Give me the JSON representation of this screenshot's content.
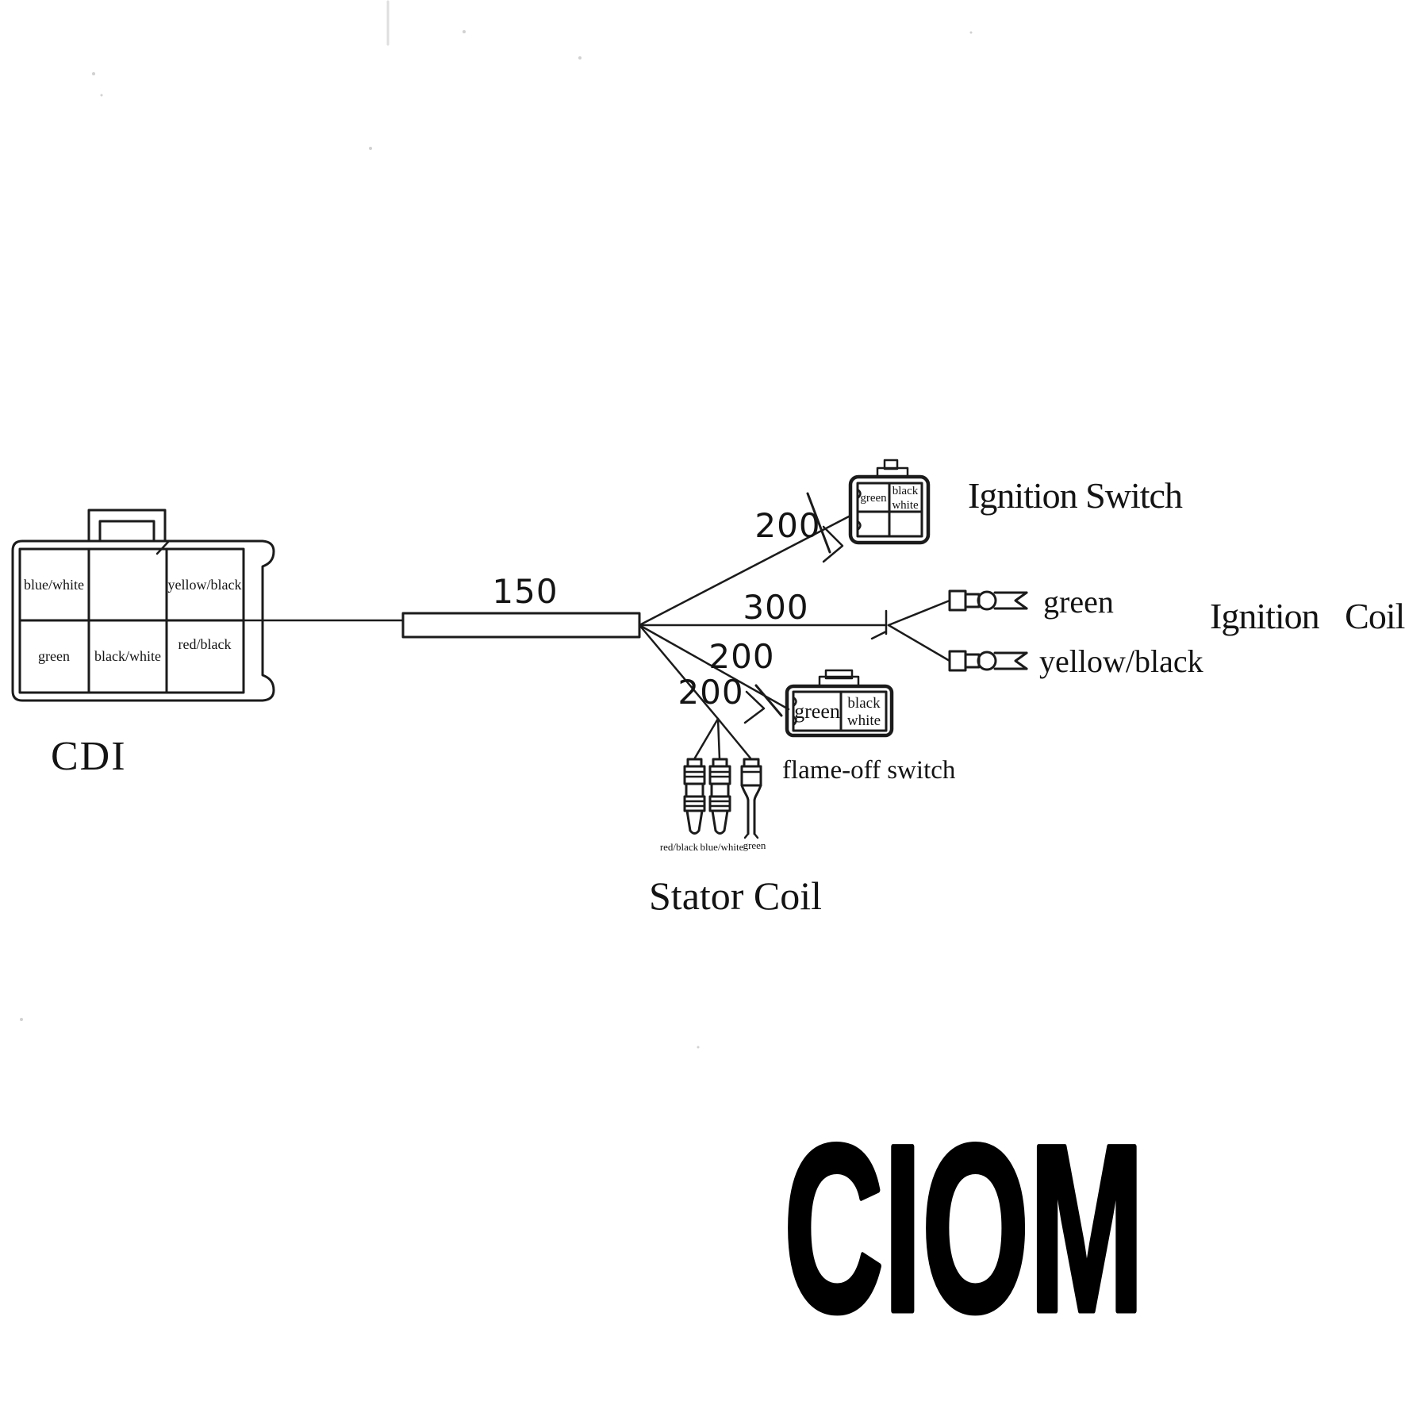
{
  "title": "CDI ignition wiring diagram",
  "colors": {
    "line": "#1b1b1b",
    "background": "#ffffff",
    "watermark": "#000000"
  },
  "cdi": {
    "label": "CDI",
    "pins": {
      "top": [
        "blue/white",
        "",
        "yellow/black"
      ],
      "bottom": [
        "green",
        "black/white",
        "red/black"
      ]
    }
  },
  "harness": {
    "main_length": "150"
  },
  "ignition_switch": {
    "wire_length": "200",
    "label": "Ignition Switch",
    "pin_left": "green",
    "pin_right_top": "black",
    "pin_right_bottom": "white"
  },
  "ignition_coil": {
    "wire_length": "300",
    "label": "Ignition Coil",
    "terminal_top": "green",
    "terminal_bottom": "yellow/black"
  },
  "flame_off_switch": {
    "wire_length": "200",
    "label": "flame-off switch",
    "pin_left": "green",
    "pin_right_top": "black",
    "pin_right_bottom": "white"
  },
  "stator_coil": {
    "wire_length": "200",
    "label": "Stator Coil",
    "terminals": [
      "red/black",
      "blue/white",
      "green"
    ]
  },
  "watermark": "CIOM"
}
